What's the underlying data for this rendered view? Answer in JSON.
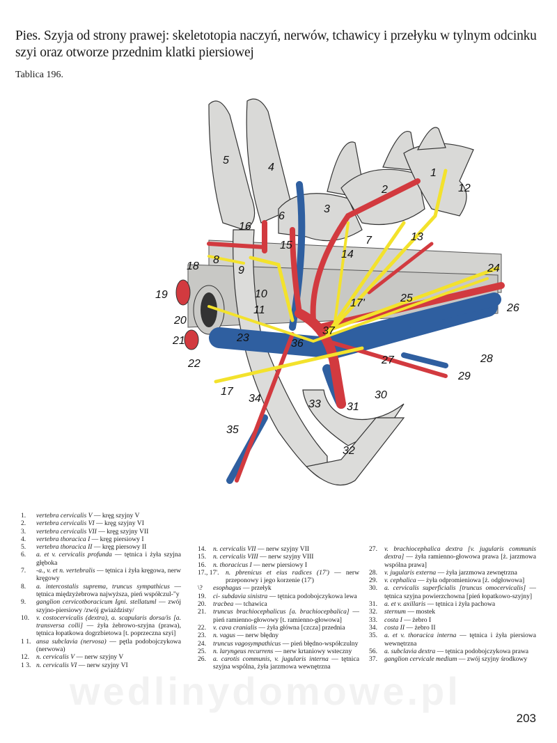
{
  "title": "Pies. Szyja od strony prawej: skeletotopia naczyń, nerwów, tchawicy i przełyku w tylnym odcinku szyi oraz otworze przednim klatki piersiowej",
  "plate": "Tablica 196.",
  "page_number": "203",
  "watermark": "wedlinydomowe.pl",
  "colors": {
    "artery": "#d23a3f",
    "vein": "#2f5fa0",
    "nerve": "#f3e22c",
    "bone": "#d8d8d6"
  },
  "figure_labels": [
    "1",
    "2",
    "3",
    "4",
    "5",
    "6",
    "7",
    "8",
    "9",
    "10",
    "11",
    "12",
    "13",
    "14",
    "15",
    "16",
    "17",
    "17'",
    "18",
    "19",
    "20",
    "21",
    "22",
    "23",
    "24",
    "25",
    "26",
    "27",
    "28",
    "29",
    "30",
    "31",
    "32",
    "33",
    "34",
    "35",
    "36",
    "37"
  ],
  "legend": {
    "col1": [
      {
        "num": "1.",
        "latin": "vertebra cervicalis V",
        "polish": "— kręg szyjny V"
      },
      {
        "num": "2.",
        "latin": "vertebra cervicalis VI",
        "polish": "— kręg szyjny VI"
      },
      {
        "num": "3.",
        "latin": "vertebra cervicalis VII",
        "polish": "— kręg szyjny VII"
      },
      {
        "num": "4.",
        "latin": "vertebra thoracica I",
        "polish": "— kręg piersiowy I"
      },
      {
        "num": "5.",
        "latin": "vertebra thoracica II",
        "polish": "— kręg piersowy II"
      },
      {
        "num": "6.",
        "latin": "a. et v. cervicalis profunda",
        "polish": "— tętnica i żyła szyjna głęboka"
      },
      {
        "num": "7.",
        "latin": "-a., v. et n. vertebralis",
        "polish": "— tętnica i żyła kręgowa, nerw kręgowy"
      },
      {
        "num": "8.",
        "latin": "a. intercostalis suprema, truncus sympathicus",
        "polish": "— tętnica międzyżebrowa najwyższa, pień współczul-\"y"
      },
      {
        "num": "9.",
        "latin": "ganglion cervicotboracicum Igni. stellatuml",
        "polish": "— zwój szyjno-piersiowy /zwój gwiaździsty/"
      },
      {
        "num": "10.",
        "latin": "v. costocervicalis (dextra), a. scapularis dorsa/is [a. transversa colli]",
        "polish": "— żyła żebrowo-szyjna (prawa), tętnica łopatkowa dogrzbietowa [t. poprzeczna szyi]"
      },
      {
        "num": "1 1.",
        "latin": "ansa subclavia (nervosa)",
        "polish": "— pętla podobojczykowa (nerwowa)"
      },
      {
        "num": "12.",
        "latin": "n. cervicalis V",
        "polish": "— nerw szyjny V"
      },
      {
        "num": "1 3.",
        "latin": "n. cervicalis VI",
        "polish": "— nerw szyjny VI"
      }
    ],
    "col2": [
      {
        "num": "14.",
        "latin": "n. cervicalis VII",
        "polish": "— nerw szyjny VII"
      },
      {
        "num": "15.",
        "latin": "n. cervicalis VIII",
        "polish": "— nerw szyjny VIII"
      },
      {
        "num": "16.",
        "latin": "n. thoracicus I",
        "polish": "— nerw piersiowy I"
      },
      {
        "num": "17., 17'.",
        "latin": "n. pbrenicus et eius radices (17')",
        "polish": "— nerw przeponowy i jego korzenie (17')"
      },
      {
        "num": "\\?",
        "latin": "esophagus",
        "polish": "— przełyk"
      },
      {
        "num": "19.",
        "latin": "ci- subdavia sinistra",
        "polish": "— tętnica podobojczykowa lewa"
      },
      {
        "num": "20.",
        "latin": "tracbea",
        "polish": "— tchawica"
      },
      {
        "num": "21.",
        "latin": "truncus brachiocephalicus [a. brachiocepbalica]",
        "polish": "— pień ramienno-głowowy [t. ramienno-głowowa]"
      },
      {
        "num": "22.",
        "latin": "v. cava cranialis",
        "polish": "— żyła główna [czcza] przednia"
      },
      {
        "num": "23.",
        "latin": "n. vagus",
        "polish": "— nerw błędny"
      },
      {
        "num": "24.",
        "latin": "truncus vagosympathicus",
        "polish": "— pień błędno-współczulny"
      },
      {
        "num": "25.",
        "latin": "n. laryngeus recurrens",
        "polish": "— nerw krtaniowy wsteczny"
      },
      {
        "num": "26.",
        "latin": "a. carotis communis, v. jugularis interna",
        "polish": "— tętnica szyjna wspólna, żyła jarzmowa wewnętrzna"
      }
    ],
    "col3": [
      {
        "num": "27.",
        "latin": "v. brachiocephalica dextra [v. jugularis communis dextra]",
        "polish": "— żyła ramienno-głowowa prawa [ż. jarzmowa wspólna prawa]"
      },
      {
        "num": "28.",
        "latin": "v. jugularis externa",
        "polish": "— żyła jarzmowa zewnętrzna"
      },
      {
        "num": "29.",
        "latin": "v. cephalica",
        "polish": "— żyła odpromieniowa [ż. odgłowowa]"
      },
      {
        "num": "30.",
        "latin": "a. cervicalis superficialis [truncus omocervicalis]",
        "polish": "— tętnica szyjna powierzchowna [pień łopatkowo-szyjny]"
      },
      {
        "num": "31.",
        "latin": "a. et v. axillaris",
        "polish": "— tętnica i żyła pachowa"
      },
      {
        "num": "32.",
        "latin": "sternum",
        "polish": "— mostek"
      },
      {
        "num": "33.",
        "latin": "costa I",
        "polish": "— żebro I"
      },
      {
        "num": "34.",
        "latin": "costa II",
        "polish": "— żebro II"
      },
      {
        "num": "35.",
        "latin": "a. et v. thoracica interna",
        "polish": "— tętnica i żyła piersiowa wewnętrzna"
      },
      {
        "num": "56.",
        "latin": "a. subclavia dextra",
        "polish": "— tętnica podobojczykowa prawa"
      },
      {
        "num": "37.",
        "latin": "ganglion cervicale medium",
        "polish": "— zwój szyjny środkowy"
      }
    ]
  }
}
